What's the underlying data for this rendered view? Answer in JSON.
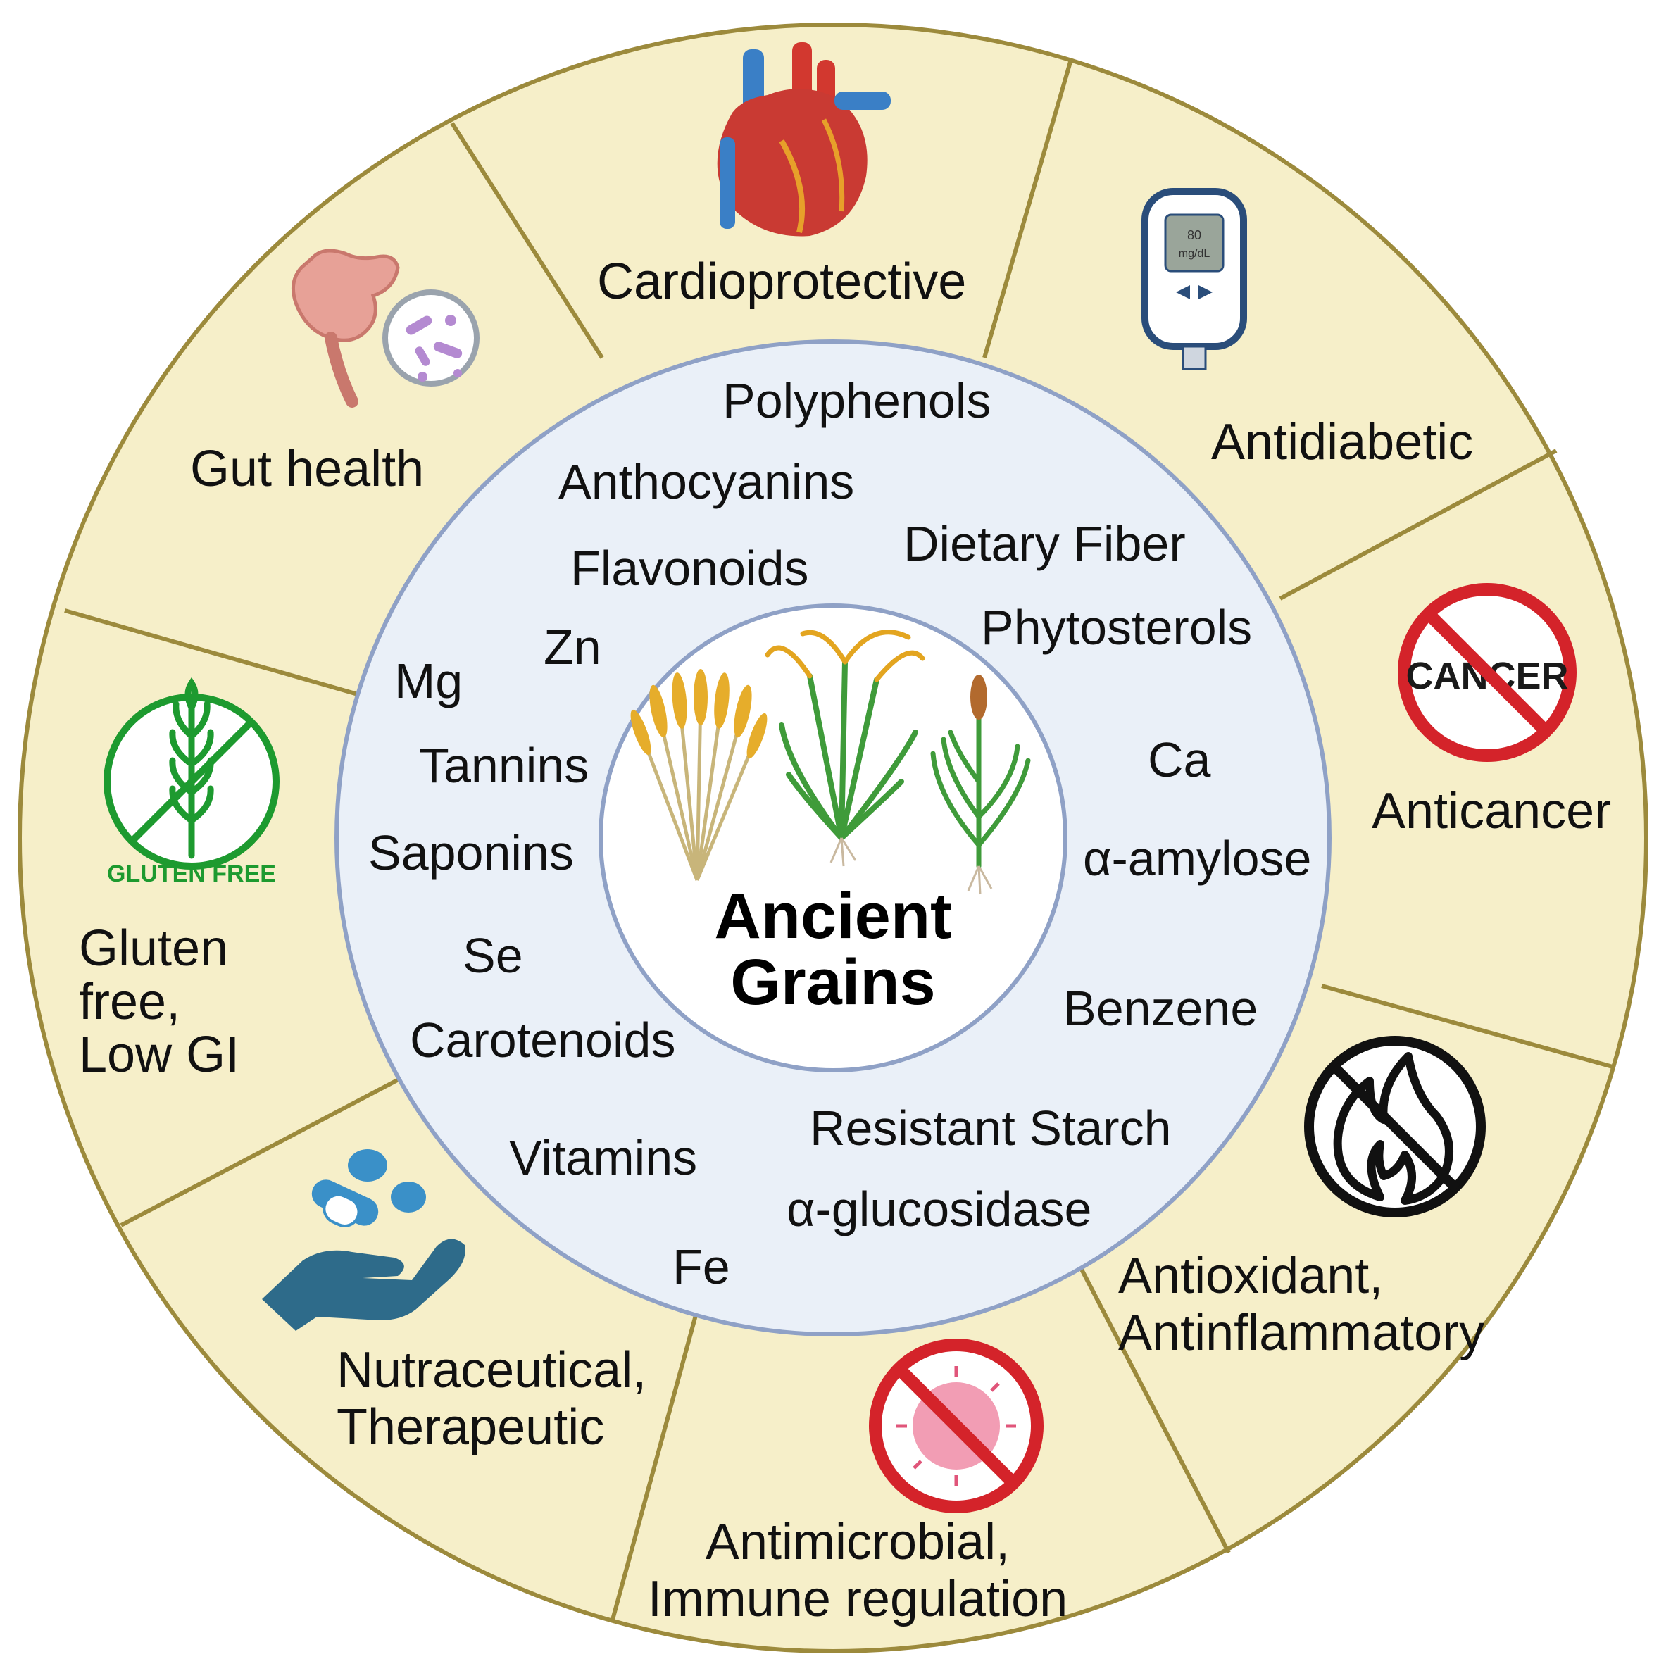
{
  "center": {
    "line1": "Ancient",
    "line2": "Grains"
  },
  "benefits": {
    "cardioprotective": "Cardioprotective",
    "antidiabetic": "Antidiabetic",
    "anticancer": "Anticancer",
    "antioxidant_line1": "Antioxidant,",
    "antioxidant_line2": "Antinflammatory",
    "antimicrobial_line1": "Antimicrobial,",
    "antimicrobial_line2": "Immune regulation",
    "nutraceutical_line1": "Nutraceutical,",
    "nutraceutical_line2": "Therapeutic",
    "gluten_line1": "Gluten",
    "gluten_line2": "free,",
    "gluten_line3": "Low GI",
    "gut": "Gut health"
  },
  "compounds": {
    "polyphenols": "Polyphenols",
    "anthocyanins": "Anthocyanins",
    "flavonoids": "Flavonoids",
    "dietary_fiber": "Dietary Fiber",
    "phytosterols": "Phytosterols",
    "zn": "Zn",
    "mg": "Mg",
    "tannins": "Tannins",
    "saponins": "Saponins",
    "se": "Se",
    "carotenoids": "Carotenoids",
    "vitamins": "Vitamins",
    "fe": "Fe",
    "ca": "Ca",
    "alpha_amylose": "α-amylose",
    "benzene": "Benzene",
    "resistant_starch": "Resistant Starch",
    "alpha_glucosidase": "α-glucosidase"
  },
  "icon_text": {
    "cancer_badge": "CANCER",
    "gluten_free_badge": "GLUTEN FREE",
    "glucometer_reading": "80",
    "glucometer_unit": "mg/dL"
  },
  "colors": {
    "outer_ring": "#f6efc9",
    "ring_border": "#9c8a3c",
    "inner_ring": "#eaf0f8",
    "inner_border": "#8fa1c6",
    "center": "#ffffff",
    "prohibition_red": "#d4232a",
    "gluten_green": "#1d9a2f",
    "hand_blue": "#2e6b8a"
  }
}
